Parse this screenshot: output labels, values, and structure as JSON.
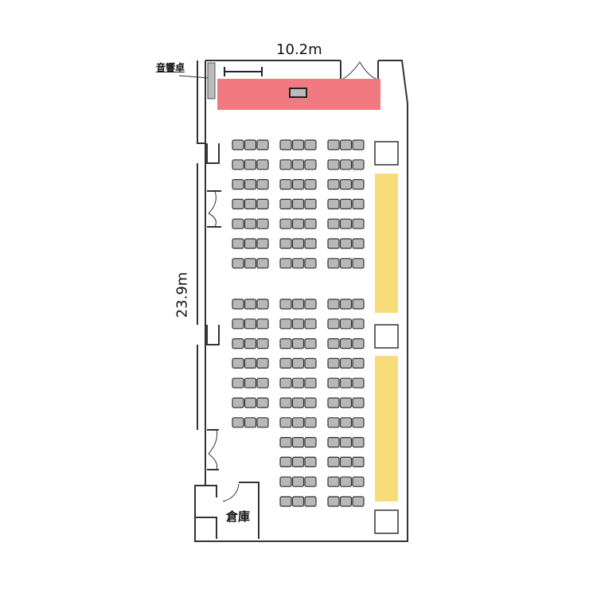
{
  "dimensions": {
    "width_label": "10.2m",
    "height_label": "23.9m"
  },
  "labels": {
    "sound_desk": "音響卓",
    "storage": "倉庫"
  },
  "colors": {
    "stage": "#f07a80",
    "side_tables": "#f8dc7a",
    "chair": "#b8b8b8",
    "wall": "#333333"
  },
  "seating": {
    "chairs_per_group": 3,
    "groups_per_row": 3,
    "front_block_rows": 7,
    "rear_block_rows_full": 7,
    "rear_block_rows_partial": 4
  }
}
